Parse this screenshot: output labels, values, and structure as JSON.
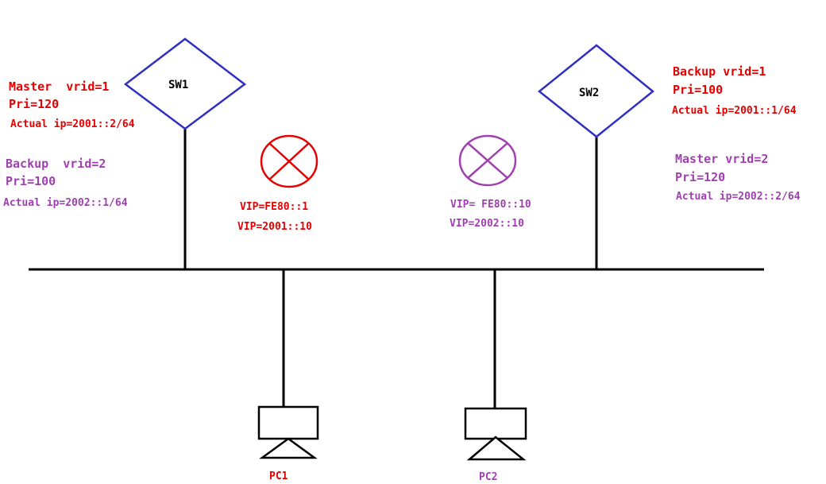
{
  "colors": {
    "red": "#e60000",
    "purple": "#a040b0",
    "blue": "#3030c0",
    "black": "#000000"
  },
  "switches": {
    "sw1": {
      "label": "SW1",
      "icon": "diamond-switch-icon"
    },
    "sw2": {
      "label": "SW2",
      "icon": "diamond-switch-icon"
    }
  },
  "sw1_info": {
    "group1": {
      "role": "Master  vrid=1",
      "pri": "Pri=120",
      "ip": "Actual ip=2001::2/64"
    },
    "group2": {
      "role": "Backup  vrid=2",
      "pri": "Pri=100",
      "ip": "Actual ip=2002::1/64"
    }
  },
  "sw2_info": {
    "group1": {
      "role": "Backup vrid=1",
      "pri": "Pri=100",
      "ip": "Actual ip=2001::1/64"
    },
    "group2": {
      "role": "Master vrid=2",
      "pri": "Pri=120",
      "ip": "Actual ip=2002::2/64"
    }
  },
  "routers": {
    "vr1": {
      "icon": "virtual-router-icon",
      "vip1": "VIP=FE80::1",
      "vip2": "VIP=2001::10"
    },
    "vr2": {
      "icon": "virtual-router-icon",
      "vip1": "VIP= FE80::10",
      "vip2": "VIP=2002::10"
    }
  },
  "pcs": {
    "pc1": {
      "label": "PC1",
      "icon": "pc-icon"
    },
    "pc2": {
      "label": "PC2",
      "icon": "pc-icon"
    }
  }
}
